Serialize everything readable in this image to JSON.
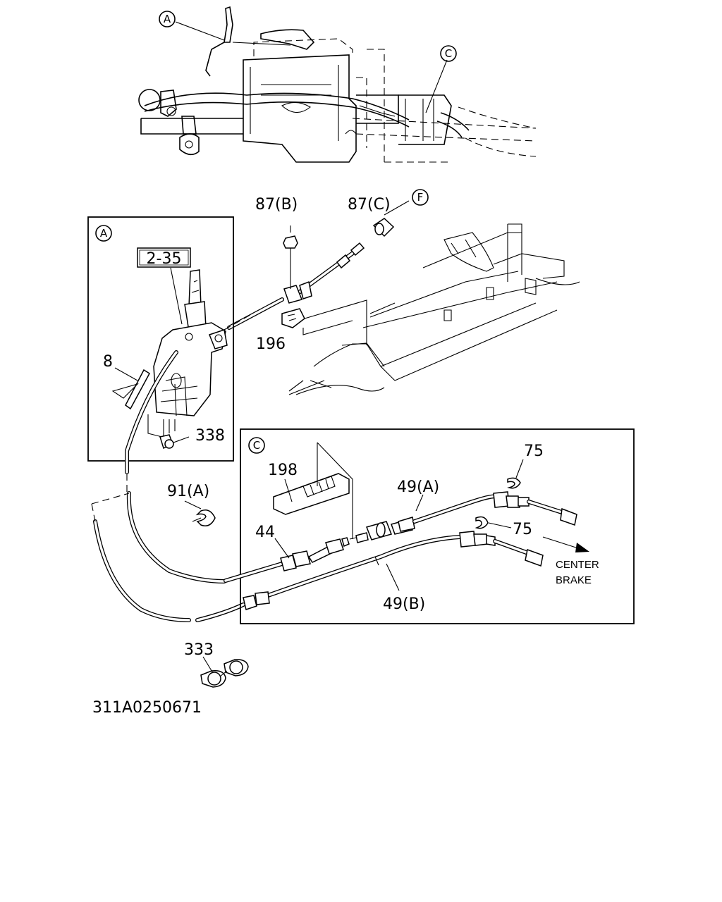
{
  "diagram": {
    "callouts": {
      "top_a": "A",
      "top_c": "C",
      "circle_f": "F",
      "inset_a": "A",
      "inset_c": "C"
    },
    "labels": {
      "nut_87b": "87(B)",
      "boot_87c": "87(C)",
      "bracket_196": "196",
      "lever_ref": "2-35",
      "grip_8": "8",
      "bolt_338": "338",
      "clip_91a": "91(A)",
      "bracket_198": "198",
      "cable_44": "44",
      "cable_49a": "49(A)",
      "clip_75_upper": "75",
      "clip_75_lower": "75",
      "cable_49b": "49(B)",
      "clip_333": "333",
      "center_brake_line1": "CENTER",
      "center_brake_line2": "BRAKE"
    },
    "drawing_number": "311A0250671"
  }
}
